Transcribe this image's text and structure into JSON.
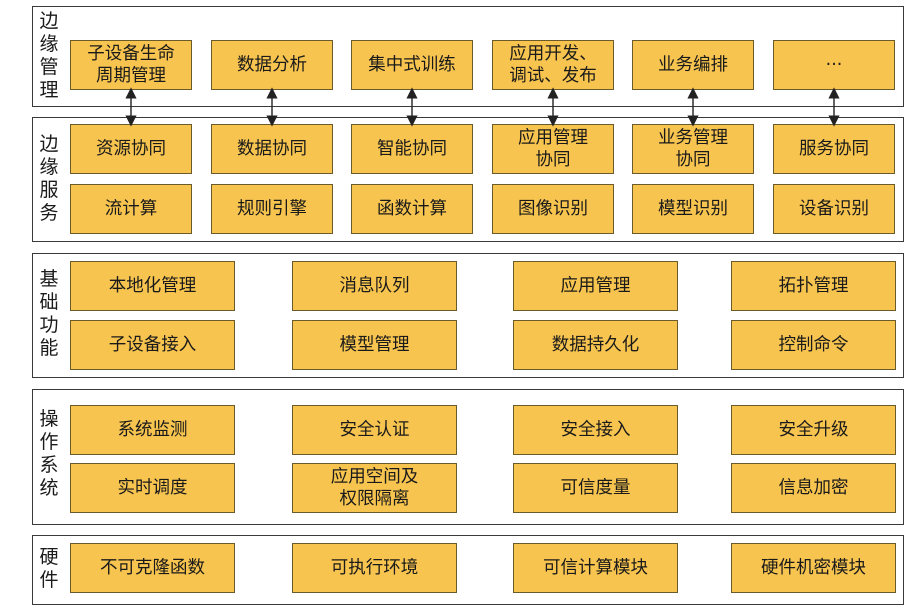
{
  "layers": [
    {
      "id": "edge-management",
      "label": "边缘管理",
      "rows": [
        [
          "子设备生命\n周期管理",
          "数据分析",
          "集中式训练",
          "应用开发、\n调试、发布",
          "业务编排",
          "···"
        ]
      ]
    },
    {
      "id": "edge-services",
      "label": "边缘服务",
      "rows": [
        [
          "资源协同",
          "数据协同",
          "智能协同",
          "应用管理\n协同",
          "业务管理\n协同",
          "服务协同"
        ],
        [
          "流计算",
          "规则引擎",
          "函数计算",
          "图像识别",
          "模型识别",
          "设备识别"
        ]
      ]
    },
    {
      "id": "basic-functions",
      "label": "基础功能",
      "rows": [
        [
          "本地化管理",
          "消息队列",
          "应用管理",
          "拓扑管理"
        ],
        [
          "子设备接入",
          "模型管理",
          "数据持久化",
          "控制命令"
        ]
      ]
    },
    {
      "id": "operating-system",
      "label": "操作系统",
      "rows": [
        [
          "系统监测",
          "安全认证",
          "安全接入",
          "安全升级"
        ],
        [
          "实时调度",
          "应用空间及\n权限隔离",
          "可信度量",
          "信息加密"
        ]
      ]
    },
    {
      "id": "hardware",
      "label": "硬件",
      "rows": [
        [
          "不可克隆函数",
          "可执行环境",
          "可信计算模块",
          "硬件机密模块"
        ]
      ]
    }
  ],
  "colors": {
    "box_fill": "#f7c44f",
    "box_border": "#6b5a2a",
    "frame_border": "#3a3a3a",
    "arrow": "#222222"
  }
}
